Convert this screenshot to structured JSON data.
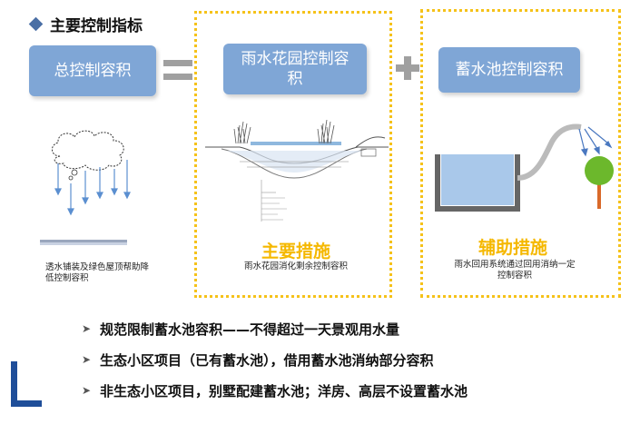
{
  "heading": "主要控制指标",
  "boxes": {
    "total": "总控制容积",
    "rain_garden": "雨水花园控制容积",
    "storage_pool": "蓄水池控制容积"
  },
  "left_caption": "透水铺装及绿色屋顶帮助降低控制容积",
  "main_measure": {
    "title": "主要措施",
    "caption": "雨水花园消化剩余控制容积"
  },
  "aux_measure": {
    "title": "辅助措施",
    "caption": "雨水回用系统通过回用消纳一定控制容积"
  },
  "bullets": [
    "规范限制蓄水池容积——不得超过一天景观用水量",
    "生态小区项目（已有蓄水池），借用蓄水池消纳部分容积",
    "非生态小区项目，别墅配建蓄水池；洋房、高层不设置蓄水池"
  ],
  "colors": {
    "box_blue": "#7fa6d6",
    "dash_yellow": "#f5c21a",
    "measure_yellow": "#f5b800",
    "logo_blue": "#1f4e99"
  }
}
